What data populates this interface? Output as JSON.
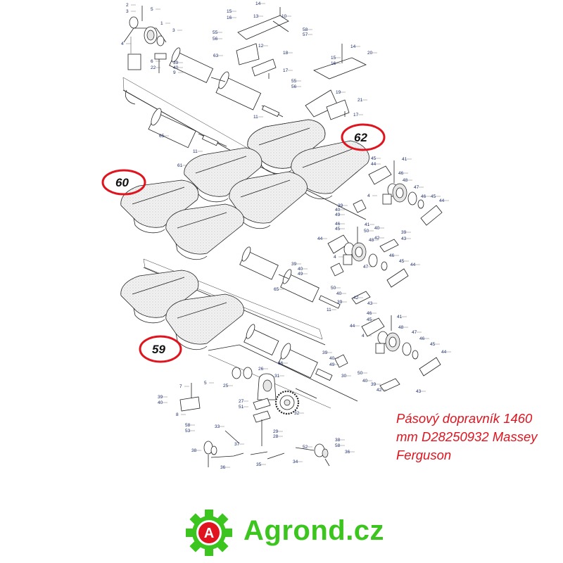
{
  "callouts": [
    {
      "label": "62"
    },
    {
      "label": "60"
    },
    {
      "label": "59"
    }
  ],
  "caption": {
    "line1": "Pásový dopravník 1460",
    "line2": "mm D28250932 Massey",
    "line3": "Ferguson"
  },
  "logo": {
    "badge_letter": "A",
    "text": "Agrond.cz",
    "gear_color": "#3cc51e",
    "badge_color": "#e0141e"
  },
  "part_labels": [
    {
      "t": "2"
    },
    {
      "t": "3"
    },
    {
      "t": "5"
    },
    {
      "t": "1"
    },
    {
      "t": "3"
    },
    {
      "t": "4"
    },
    {
      "t": "6"
    },
    {
      "t": "22"
    },
    {
      "t": "39"
    },
    {
      "t": "40"
    },
    {
      "t": "9"
    },
    {
      "t": "63"
    },
    {
      "t": "14"
    },
    {
      "t": "15"
    },
    {
      "t": "16"
    },
    {
      "t": "13"
    },
    {
      "t": "10"
    },
    {
      "t": "55"
    },
    {
      "t": "56"
    },
    {
      "t": "58"
    },
    {
      "t": "57"
    },
    {
      "t": "12"
    },
    {
      "t": "18"
    },
    {
      "t": "17"
    },
    {
      "t": "14"
    },
    {
      "t": "20"
    },
    {
      "t": "15"
    },
    {
      "t": "16"
    },
    {
      "t": "55"
    },
    {
      "t": "56"
    },
    {
      "t": "19"
    },
    {
      "t": "21"
    },
    {
      "t": "17"
    },
    {
      "t": "11"
    },
    {
      "t": "65"
    },
    {
      "t": "11"
    },
    {
      "t": "61"
    },
    {
      "t": "45"
    },
    {
      "t": "44"
    },
    {
      "t": "41"
    },
    {
      "t": "46"
    },
    {
      "t": "48"
    },
    {
      "t": "4"
    },
    {
      "t": "47"
    },
    {
      "t": "46"
    },
    {
      "t": "45"
    },
    {
      "t": "44"
    },
    {
      "t": "39"
    },
    {
      "t": "40"
    },
    {
      "t": "49"
    },
    {
      "t": "46"
    },
    {
      "t": "45"
    },
    {
      "t": "41"
    },
    {
      "t": "50"
    },
    {
      "t": "40"
    },
    {
      "t": "39"
    },
    {
      "t": "44"
    },
    {
      "t": "48"
    },
    {
      "t": "42"
    },
    {
      "t": "43"
    },
    {
      "t": "4"
    },
    {
      "t": "47"
    },
    {
      "t": "46"
    },
    {
      "t": "45"
    },
    {
      "t": "44"
    },
    {
      "t": "39"
    },
    {
      "t": "40"
    },
    {
      "t": "49"
    },
    {
      "t": "65"
    },
    {
      "t": "50"
    },
    {
      "t": "40"
    },
    {
      "t": "39"
    },
    {
      "t": "42"
    },
    {
      "t": "43"
    },
    {
      "t": "11"
    },
    {
      "t": "46"
    },
    {
      "t": "45"
    },
    {
      "t": "41"
    },
    {
      "t": "44"
    },
    {
      "t": "48"
    },
    {
      "t": "4"
    },
    {
      "t": "47"
    },
    {
      "t": "46"
    },
    {
      "t": "45"
    },
    {
      "t": "44"
    },
    {
      "t": "39"
    },
    {
      "t": "40"
    },
    {
      "t": "49"
    },
    {
      "t": "66"
    },
    {
      "t": "30"
    },
    {
      "t": "50"
    },
    {
      "t": "40"
    },
    {
      "t": "39"
    },
    {
      "t": "42"
    },
    {
      "t": "43"
    },
    {
      "t": "26"
    },
    {
      "t": "25"
    },
    {
      "t": "31"
    },
    {
      "t": "7"
    },
    {
      "t": "5"
    },
    {
      "t": "39"
    },
    {
      "t": "40"
    },
    {
      "t": "8"
    },
    {
      "t": "27"
    },
    {
      "t": "51"
    },
    {
      "t": "32"
    },
    {
      "t": "58"
    },
    {
      "t": "53"
    },
    {
      "t": "33"
    },
    {
      "t": "29"
    },
    {
      "t": "28"
    },
    {
      "t": "38"
    },
    {
      "t": "37"
    },
    {
      "t": "52"
    },
    {
      "t": "38"
    },
    {
      "t": "58"
    },
    {
      "t": "36"
    },
    {
      "t": "35"
    },
    {
      "t": "34"
    },
    {
      "t": "36"
    }
  ]
}
